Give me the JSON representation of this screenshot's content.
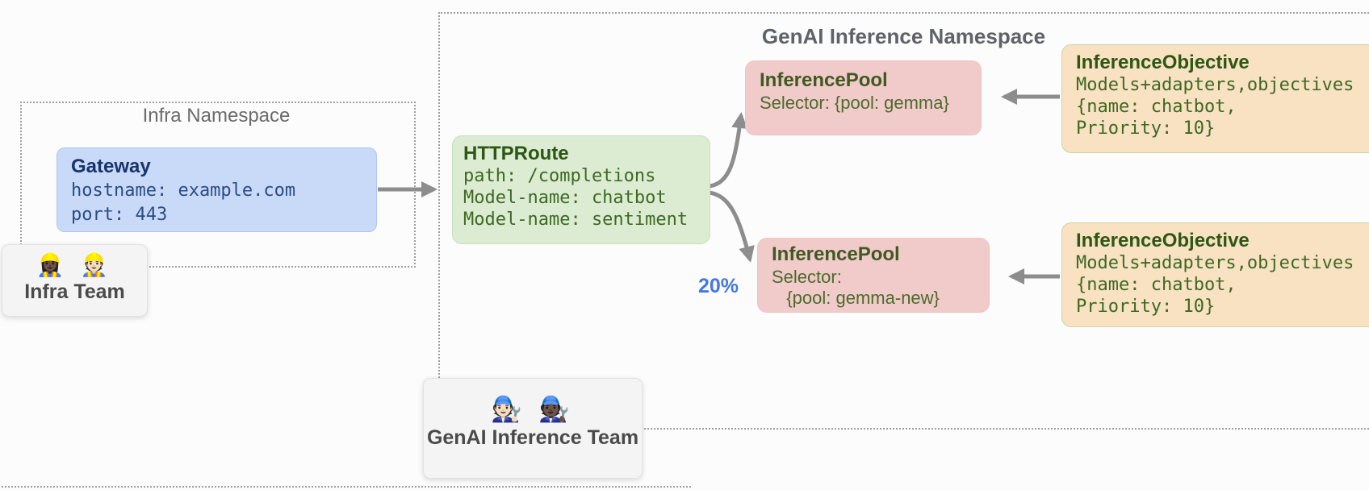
{
  "namespaces": {
    "infra": {
      "title": "Infra Namespace"
    },
    "genai": {
      "title": "GenAI Inference Namespace"
    },
    "bottom": {
      "title": ""
    }
  },
  "nodes": {
    "gateway": {
      "title": "Gateway",
      "lines": [
        "hostname: example.com",
        "port: 443"
      ]
    },
    "httproute": {
      "title": "HTTPRoute",
      "lines": [
        "path: /completions",
        "Model-name: chatbot",
        "Model-name: sentiment"
      ]
    },
    "pool1": {
      "title": "InferencePool",
      "lines": [
        "Selector: {pool: gemma}"
      ]
    },
    "pool2": {
      "title": "InferencePool",
      "lines": [
        "Selector:",
        "   {pool: gemma-new}"
      ]
    },
    "objective1": {
      "title": "InferenceObjective",
      "lines": [
        "Models+adapters,objectives",
        "{name: chatbot,",
        "Priority: 10}"
      ]
    },
    "objective2": {
      "title": "InferenceObjective",
      "lines": [
        "Models+adapters,objectives",
        "{name: chatbot,",
        "Priority: 10}"
      ]
    }
  },
  "teams": {
    "infra": {
      "label": "Infra Team",
      "emoji": "👷🏿‍♀️ 👷🏻"
    },
    "genai": {
      "label": "GenAI Inference Team",
      "emoji": "🧑🏻‍🔧 🧑🏿‍🔧"
    }
  },
  "annotations": {
    "traffic_split": "20%"
  },
  "colors": {
    "gateway_fill": "#c9daf8",
    "httproute_fill": "#dcecd2",
    "inference_pool_fill": "#f1caca",
    "inference_objective_fill": "#f8e2c2",
    "team_fill": "#f4f4f4",
    "arrow": "#8d8d8d",
    "namespace_border": "#9f9f9f",
    "traffic_split_text": "#4478e8",
    "green_text": "#3f6824",
    "navy_text": "#2a4c85"
  }
}
